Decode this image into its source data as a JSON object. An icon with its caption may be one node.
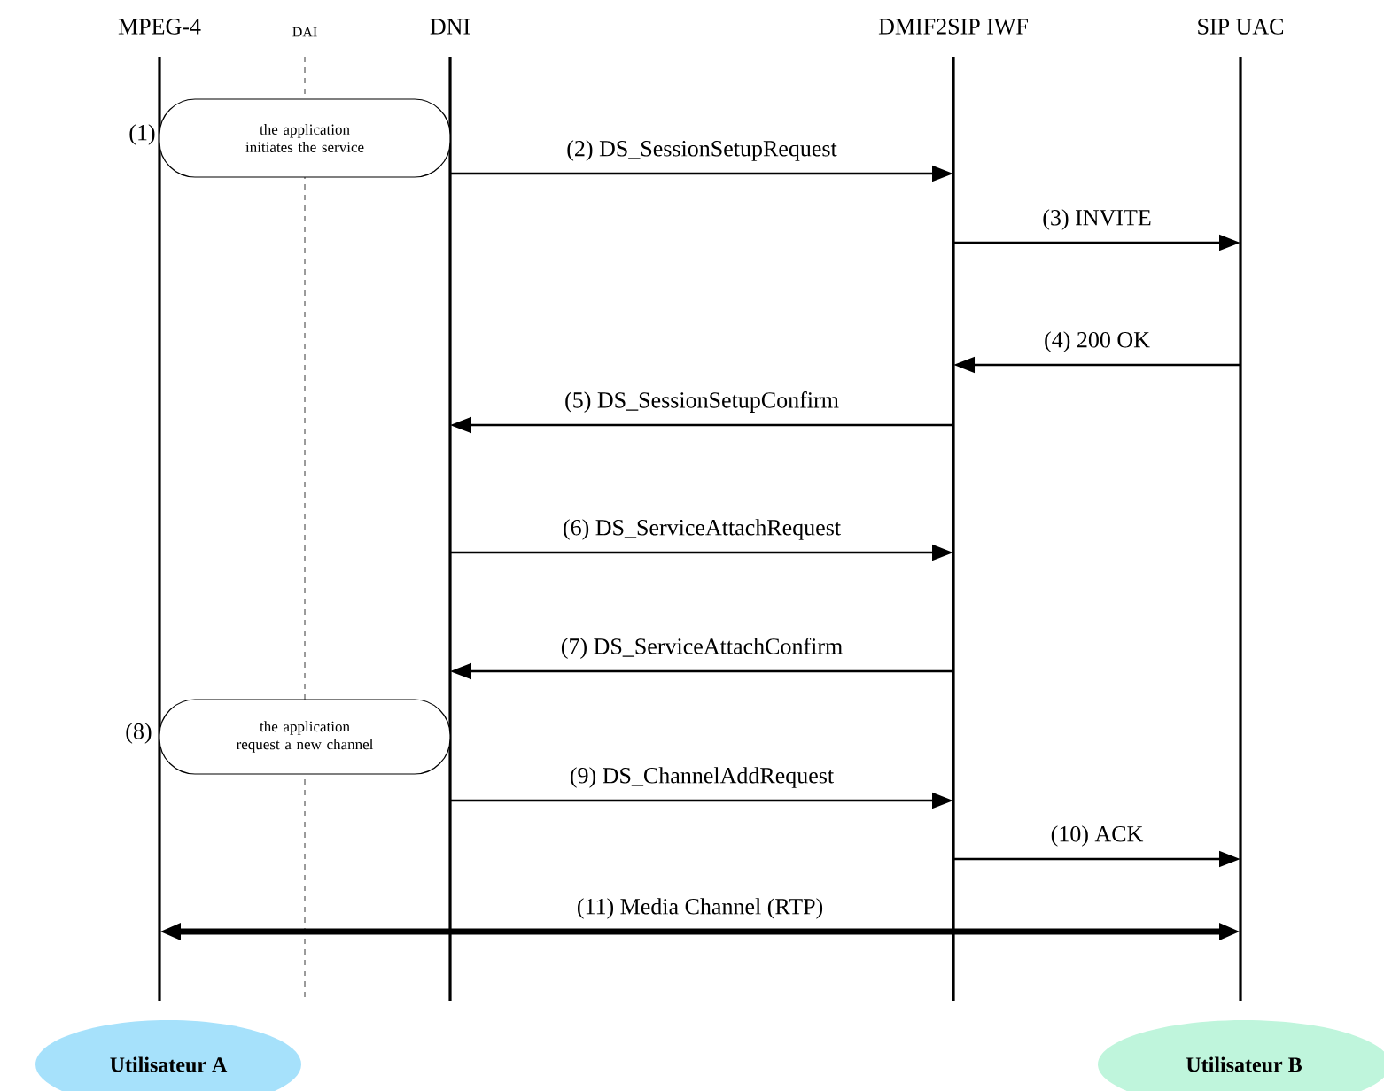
{
  "diagram": {
    "nodes": [
      {
        "text": [
          "MPEG-4"
        ]
      },
      {
        "text": [
          "DAI"
        ]
      },
      {
        "text": [
          "DNI"
        ]
      },
      {
        "text": [
          "DMIF2SIP IWF"
        ]
      },
      {
        "text": [
          "SIP UAC"
        ]
      },
      {
        "text": [
          "the application initiates the service"
        ],
        "beside": [
          "(1)"
        ]
      },
      {
        "text": [
          "the application request a new channel"
        ],
        "beside": [
          "(8)"
        ]
      },
      {
        "text": [
          "Utilisateur A"
        ]
      },
      {
        "text": [
          "Utilisateur B"
        ]
      }
    ],
    "edges": [
      {
        "from": 2,
        "to": 3,
        "arrow": "to",
        "label": "(2) DS_SessionSetupRequest"
      },
      {
        "from": 3,
        "to": 4,
        "arrow": "to",
        "label": "(3) INVITE"
      },
      {
        "from": 4,
        "to": 3,
        "arrow": "to",
        "label": "(4) 200 OK"
      },
      {
        "from": 3,
        "to": 2,
        "arrow": "to",
        "label": "(5) DS_SessionSetupConfirm"
      },
      {
        "from": 2,
        "to": 3,
        "arrow": "to",
        "label": "(6) DS_ServiceAttachRequest"
      },
      {
        "from": 3,
        "to": 2,
        "arrow": "to",
        "label": "(7) DS_ServiceAttachConfirm"
      },
      {
        "from": 2,
        "to": 3,
        "arrow": "to",
        "label": "(9) DS_ChannelAddRequest"
      },
      {
        "from": 3,
        "to": 4,
        "arrow": "to",
        "label": "(10) ACK"
      },
      {
        "from": 0,
        "to": 4,
        "arrow": "both",
        "style": "thick",
        "label": "(11) Media Channel (RTP)"
      }
    ]
  }
}
